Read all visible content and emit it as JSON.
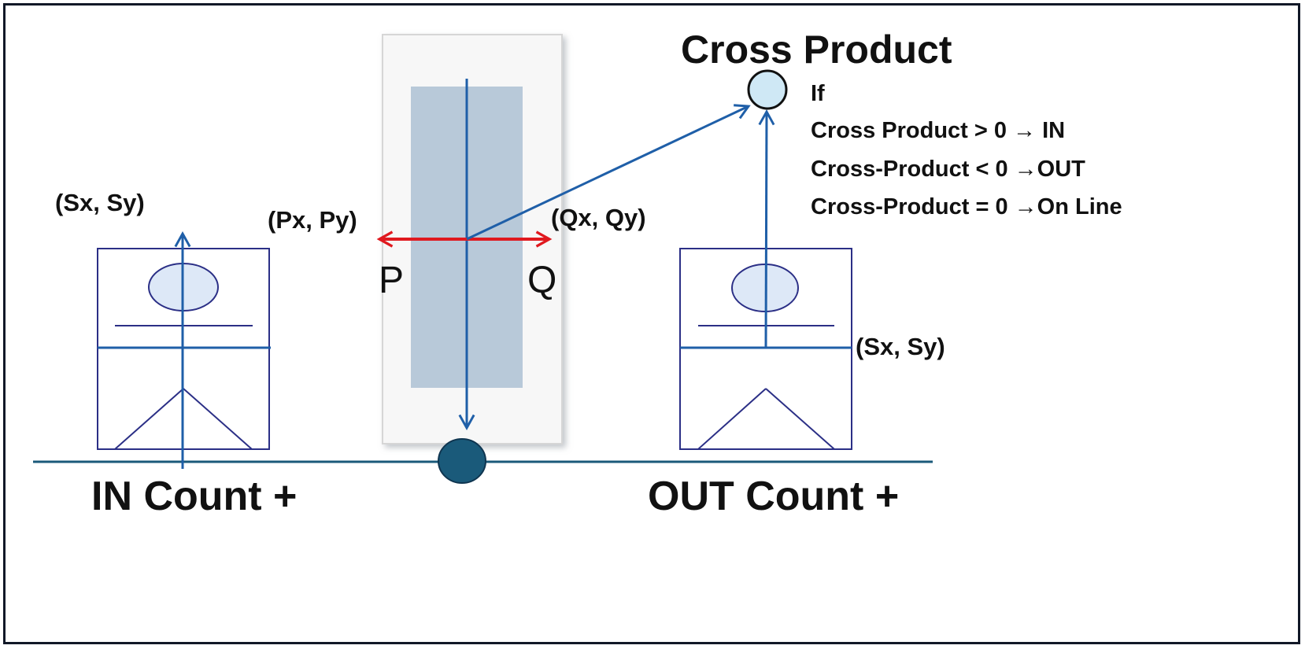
{
  "title": "Cross Product",
  "rules": {
    "if": "If",
    "gt": "Cross Product > 0 → IN",
    "lt": "Cross-Product < 0 →OUT",
    "eq": "Cross-Product = 0 →On Line"
  },
  "points": {
    "s_left": "(Sx, Sy)",
    "p": "(Px, Py)",
    "q": "(Qx, Qy)",
    "s_right": "(Sx, Sy)"
  },
  "markers": {
    "p": "P",
    "q": "Q"
  },
  "counts": {
    "in": "IN Count +",
    "out": "OUT Count +"
  },
  "colors": {
    "arrow": "#1f5fa8",
    "red": "#e0191f",
    "dark_blue": "#2b2f86",
    "node": "#1a5a7a",
    "head": "#dde8f7",
    "door_panel": "#b8c9d9"
  }
}
